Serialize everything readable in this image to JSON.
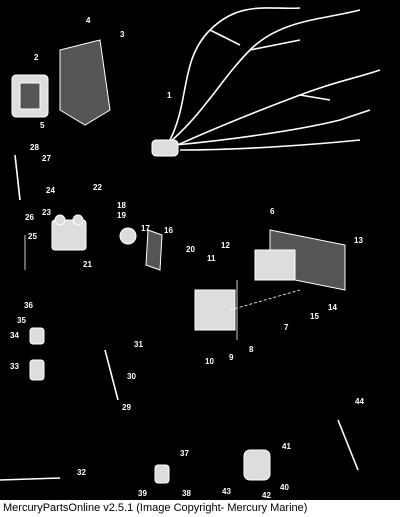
{
  "caption": "MercuryPartsOnline v2.5.1 (Image Copyright- Mercury Marine)",
  "callouts": [
    "1",
    "2",
    "3",
    "4",
    "5",
    "6",
    "7",
    "8",
    "9",
    "10",
    "11",
    "12",
    "13",
    "14",
    "15",
    "16",
    "17",
    "18",
    "19",
    "20",
    "21",
    "22",
    "23",
    "24",
    "25",
    "26",
    "27",
    "28",
    "29",
    "30",
    "31",
    "32",
    "33",
    "34",
    "35",
    "36",
    "37",
    "38",
    "39",
    "40",
    "41",
    "42",
    "43",
    "44"
  ]
}
